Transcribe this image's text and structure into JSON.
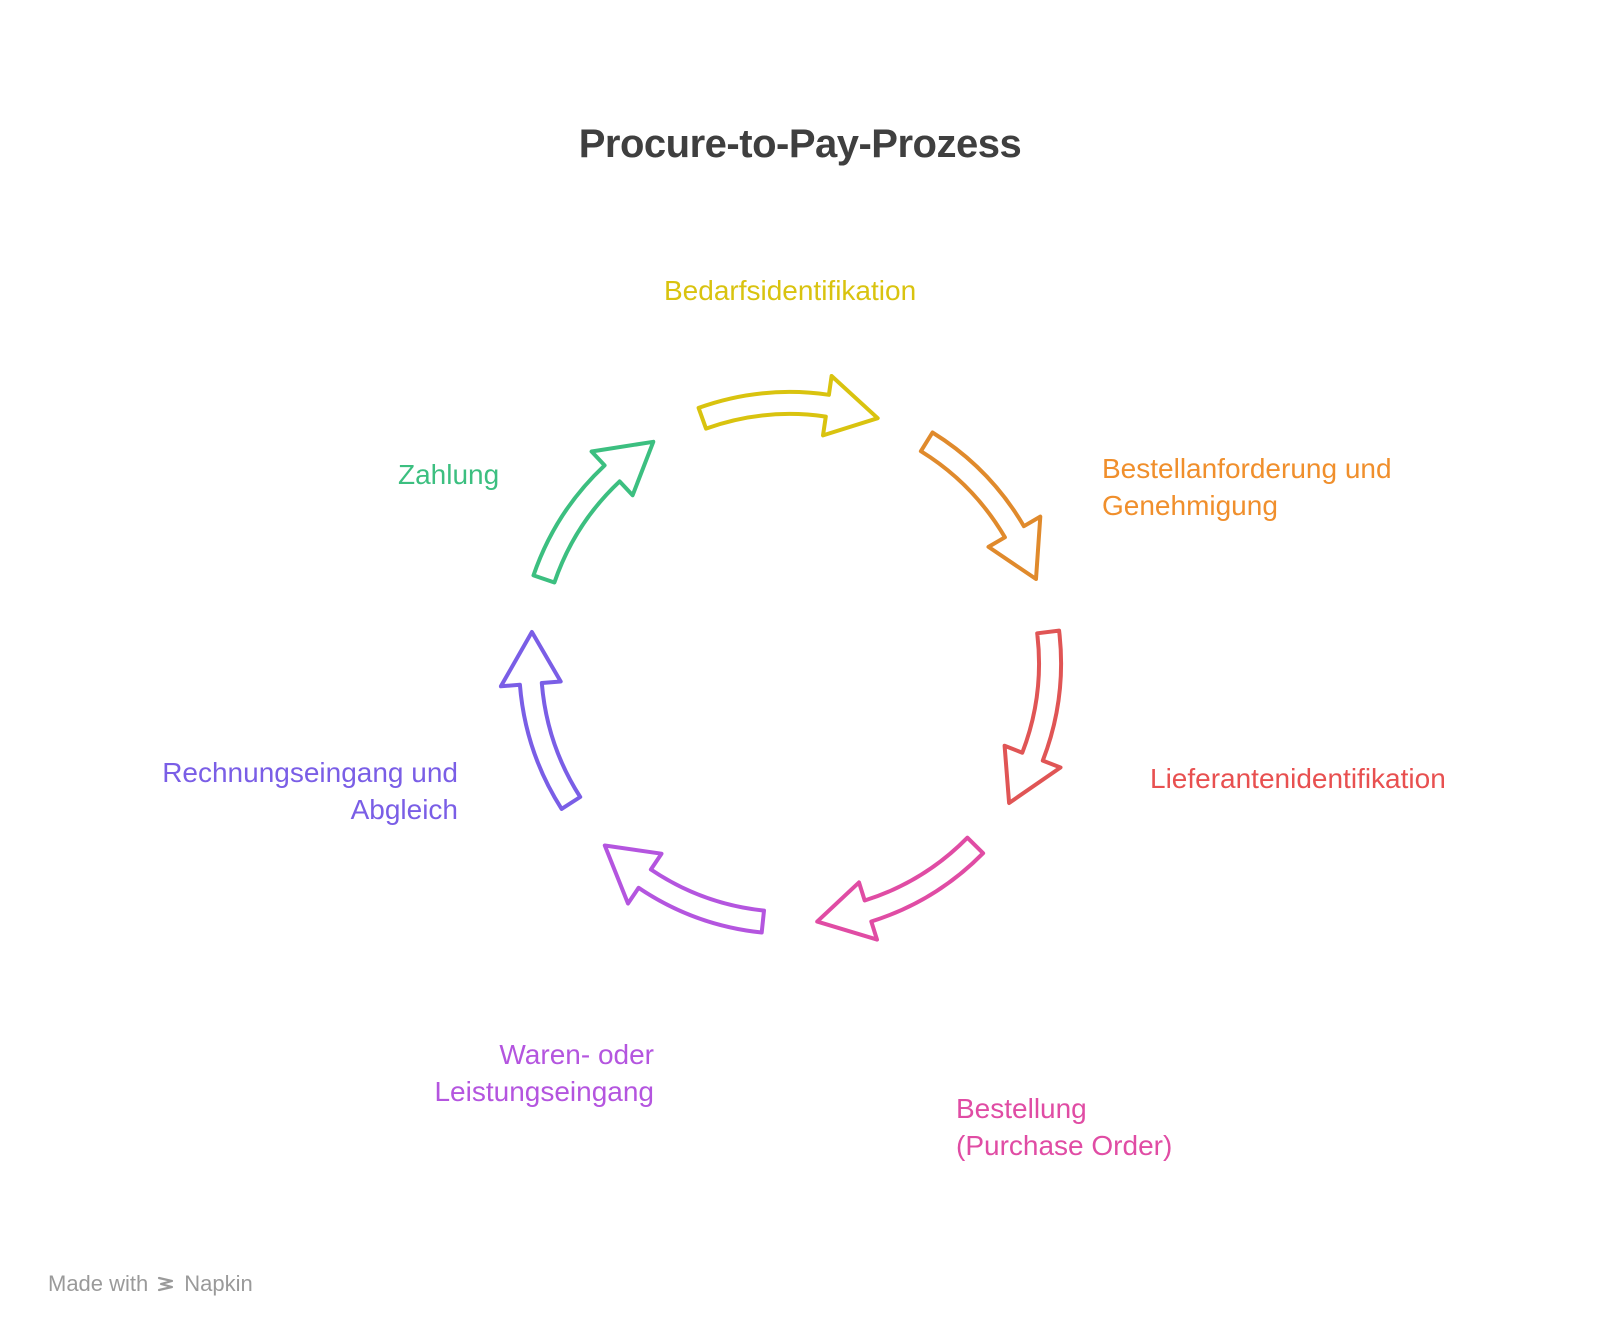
{
  "title": "Procure-to-Pay-Prozess",
  "steps": [
    {
      "lines": [
        "Bedarfsidentifikation"
      ],
      "color": "#d9c30f"
    },
    {
      "lines": [
        "Bestellanforderung und",
        "Genehmigung"
      ],
      "color": "#f08f2c"
    },
    {
      "lines": [
        "Lieferantenidentifikation"
      ],
      "color": "#e85050"
    },
    {
      "lines": [
        "Bestellung",
        "(Purchase Order)"
      ],
      "color": "#e04ca4"
    },
    {
      "lines": [
        "Waren- oder",
        "Leistungseingang"
      ],
      "color": "#b455df"
    },
    {
      "lines": [
        "Rechnungseingang und",
        "Abgleich"
      ],
      "color": "#7a5ee6"
    },
    {
      "lines": [
        "Zahlung"
      ],
      "color": "#3cbf80"
    }
  ],
  "arrow_colors": [
    "#d9c30f",
    "#e08a2c",
    "#e05555",
    "#e04ca4",
    "#b455df",
    "#7a5ee6",
    "#3cbf80"
  ],
  "footer": {
    "made_with": "Made with",
    "brand": "Napkin",
    "icon": "napkin-logo-icon"
  }
}
